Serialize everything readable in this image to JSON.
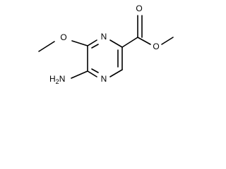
{
  "molecule": {
    "atoms": {
      "ring_n_top": "N",
      "ring_n_bottom": "N",
      "methoxy_o": "O",
      "amino_n": "H",
      "amino_h": "N",
      "amino_sub": "2",
      "carbonyl_o": "O",
      "ester_o": "O"
    }
  },
  "colors": {
    "bond": "#000000",
    "text": "#000000",
    "background": "#ffffff"
  }
}
